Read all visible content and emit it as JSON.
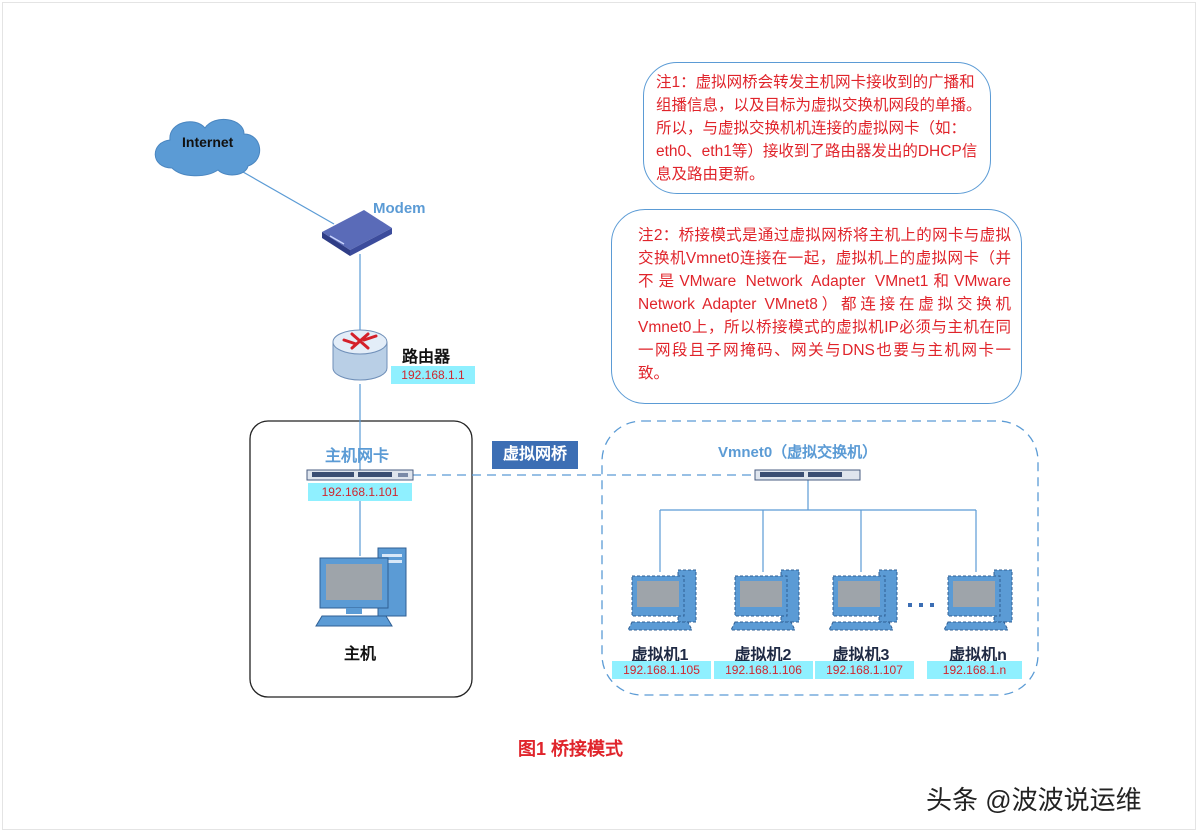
{
  "nodes": {
    "internet": "Internet",
    "modem": "Modem",
    "router": "路由器",
    "router_ip": "192.168.1.1",
    "host_nic": "主机网卡",
    "host_nic_ip": "192.168.1.101",
    "host": "主机",
    "virtual_bridge": "虚拟网桥",
    "vswitch": "Vmnet0（虚拟交换机）"
  },
  "vms": [
    {
      "name": "虚拟机1",
      "ip": "192.168.1.105"
    },
    {
      "name": "虚拟机2",
      "ip": "192.168.1.106"
    },
    {
      "name": "虚拟机3",
      "ip": "192.168.1.107"
    },
    {
      "name": "虚拟机n",
      "ip": "192.168.1.n"
    }
  ],
  "notes": {
    "note1": "注1：虚拟网桥会转发主机网卡接收到的广播和组播信息，以及目标为虚拟交换机网段的单播。所以，与虚拟交换机机连接的虚拟网卡（如：eth0、eth1等）接收到了路由器发出的DHCP信息及路由更新。",
    "note2": "注2：桥接模式是通过虚拟网桥将主机上的网卡与虚拟交换机Vmnet0连接在一起，虚拟机上的虚拟网卡（并不是VMware Network Adapter VMnet1和VMware Network Adapter VMnet8）都连接在虚拟交换机Vmnet0上，所以桥接模式的虚拟机IP必须与主机在同一网段且子网掩码、网关与DNS也要与主机网卡一致。"
  },
  "caption": "图1  桥接模式",
  "watermark": "头条 @波波说运维",
  "colors": {
    "line": "#5b9bd5",
    "note_text": "#e0242b",
    "ip_bg": "#8ff0ff",
    "bridge_tag": "#3c6eb4"
  }
}
